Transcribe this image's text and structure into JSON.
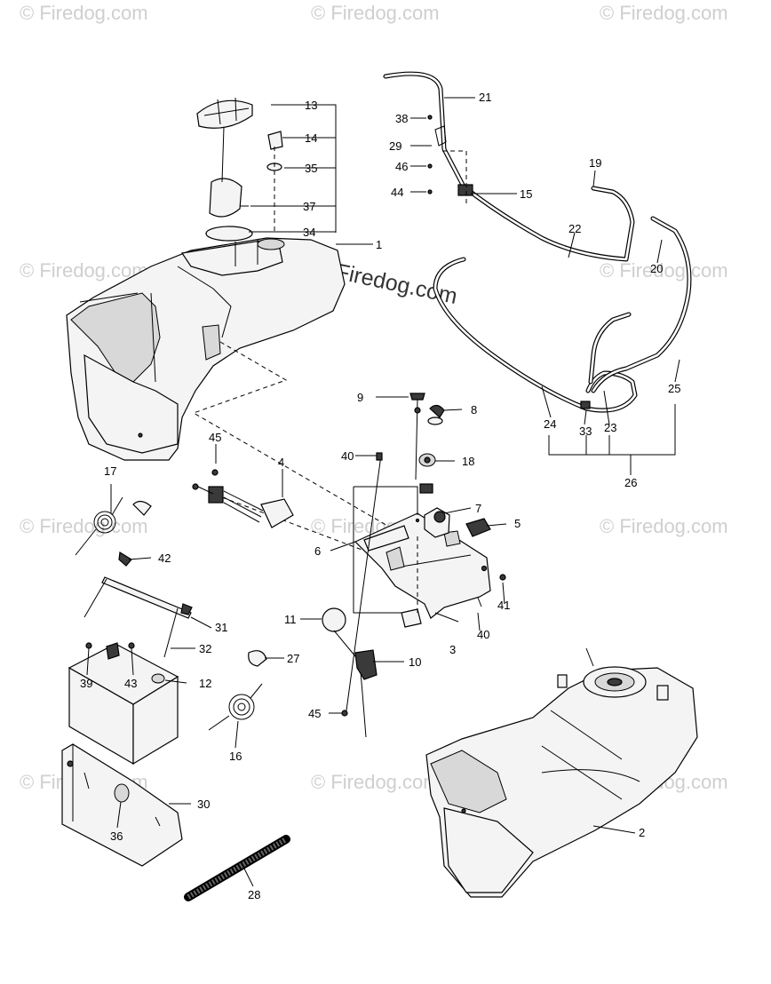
{
  "watermark": {
    "text": "© Firedog.com",
    "center_text": "© Firedog.com",
    "color": "#cfcfcf"
  },
  "callouts": [
    "1",
    "2",
    "3",
    "4",
    "5",
    "6",
    "7",
    "8",
    "9",
    "10",
    "11",
    "12",
    "13",
    "14",
    "15",
    "16",
    "17",
    "18",
    "19",
    "20",
    "21",
    "22",
    "23",
    "24",
    "25",
    "26",
    "27",
    "28",
    "29",
    "30",
    "31",
    "32",
    "33",
    "34",
    "35",
    "36",
    "37",
    "38",
    "39",
    "40",
    "41",
    "42",
    "43",
    "44",
    "45"
  ],
  "labels": {
    "n1": "1",
    "n2": "2",
    "n3": "3",
    "n4": "4",
    "n5": "5",
    "n6": "6",
    "n7": "7",
    "n8": "8",
    "n9": "9",
    "n10": "10",
    "n11": "11",
    "n12": "12",
    "n13": "13",
    "n14": "14",
    "n15": "15",
    "n16": "16",
    "n17": "17",
    "n18": "18",
    "n19": "19",
    "n20": "20",
    "n21": "21",
    "n22": "22",
    "n23": "23",
    "n24": "24",
    "n25": "25",
    "n26": "26",
    "n27": "27",
    "n28": "28",
    "n29": "29",
    "n30": "30",
    "n31": "31",
    "n32": "32",
    "n33": "33",
    "n34": "34",
    "n35": "35",
    "n36": "36",
    "n37": "37",
    "n38": "38",
    "n39": "39",
    "n40a": "40",
    "n40b": "40",
    "n41": "41",
    "n42": "42",
    "n43": "43",
    "n44": "44",
    "n45a": "45",
    "n45b": "45"
  }
}
